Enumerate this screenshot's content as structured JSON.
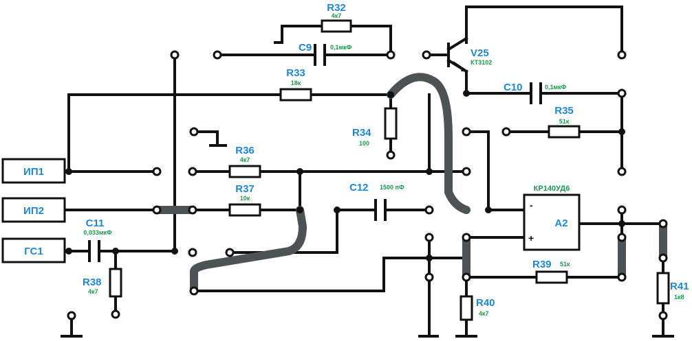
{
  "ports": {
    "ip1": "ИП1",
    "ip2": "ИП2",
    "gs1": "ГС1"
  },
  "components": {
    "r32": {
      "ref": "R32",
      "value": "4к7"
    },
    "c9": {
      "ref": "C9",
      "value": "0,1мкФ"
    },
    "v25": {
      "ref": "V25",
      "value": "КТ3102"
    },
    "r33": {
      "ref": "R33",
      "value": "18к"
    },
    "c10": {
      "ref": "C10",
      "value": "0,1мкФ"
    },
    "r34": {
      "ref": "R34",
      "value": "100"
    },
    "r35": {
      "ref": "R35",
      "value": "51к"
    },
    "r36": {
      "ref": "R36",
      "value": "4к7"
    },
    "r37": {
      "ref": "R37",
      "value": "10к"
    },
    "c12": {
      "ref": "C12",
      "value": "1500 пФ"
    },
    "a2": {
      "ref": "A2",
      "value": "КР140УД6",
      "minus": "-",
      "plus": "+"
    },
    "c11": {
      "ref": "C11",
      "value": "0,033мкФ"
    },
    "r38": {
      "ref": "R38",
      "value": "4к7"
    },
    "r39": {
      "ref": "R39",
      "value": "51к"
    },
    "r40": {
      "ref": "R40",
      "value": "4к7"
    },
    "r41": {
      "ref": "R41",
      "value": "1к8"
    }
  },
  "colors": {
    "ref_label": "#1e88d6",
    "value_label": "#1a9a4a",
    "jumper": "#4d5254",
    "trace": "#111111"
  }
}
